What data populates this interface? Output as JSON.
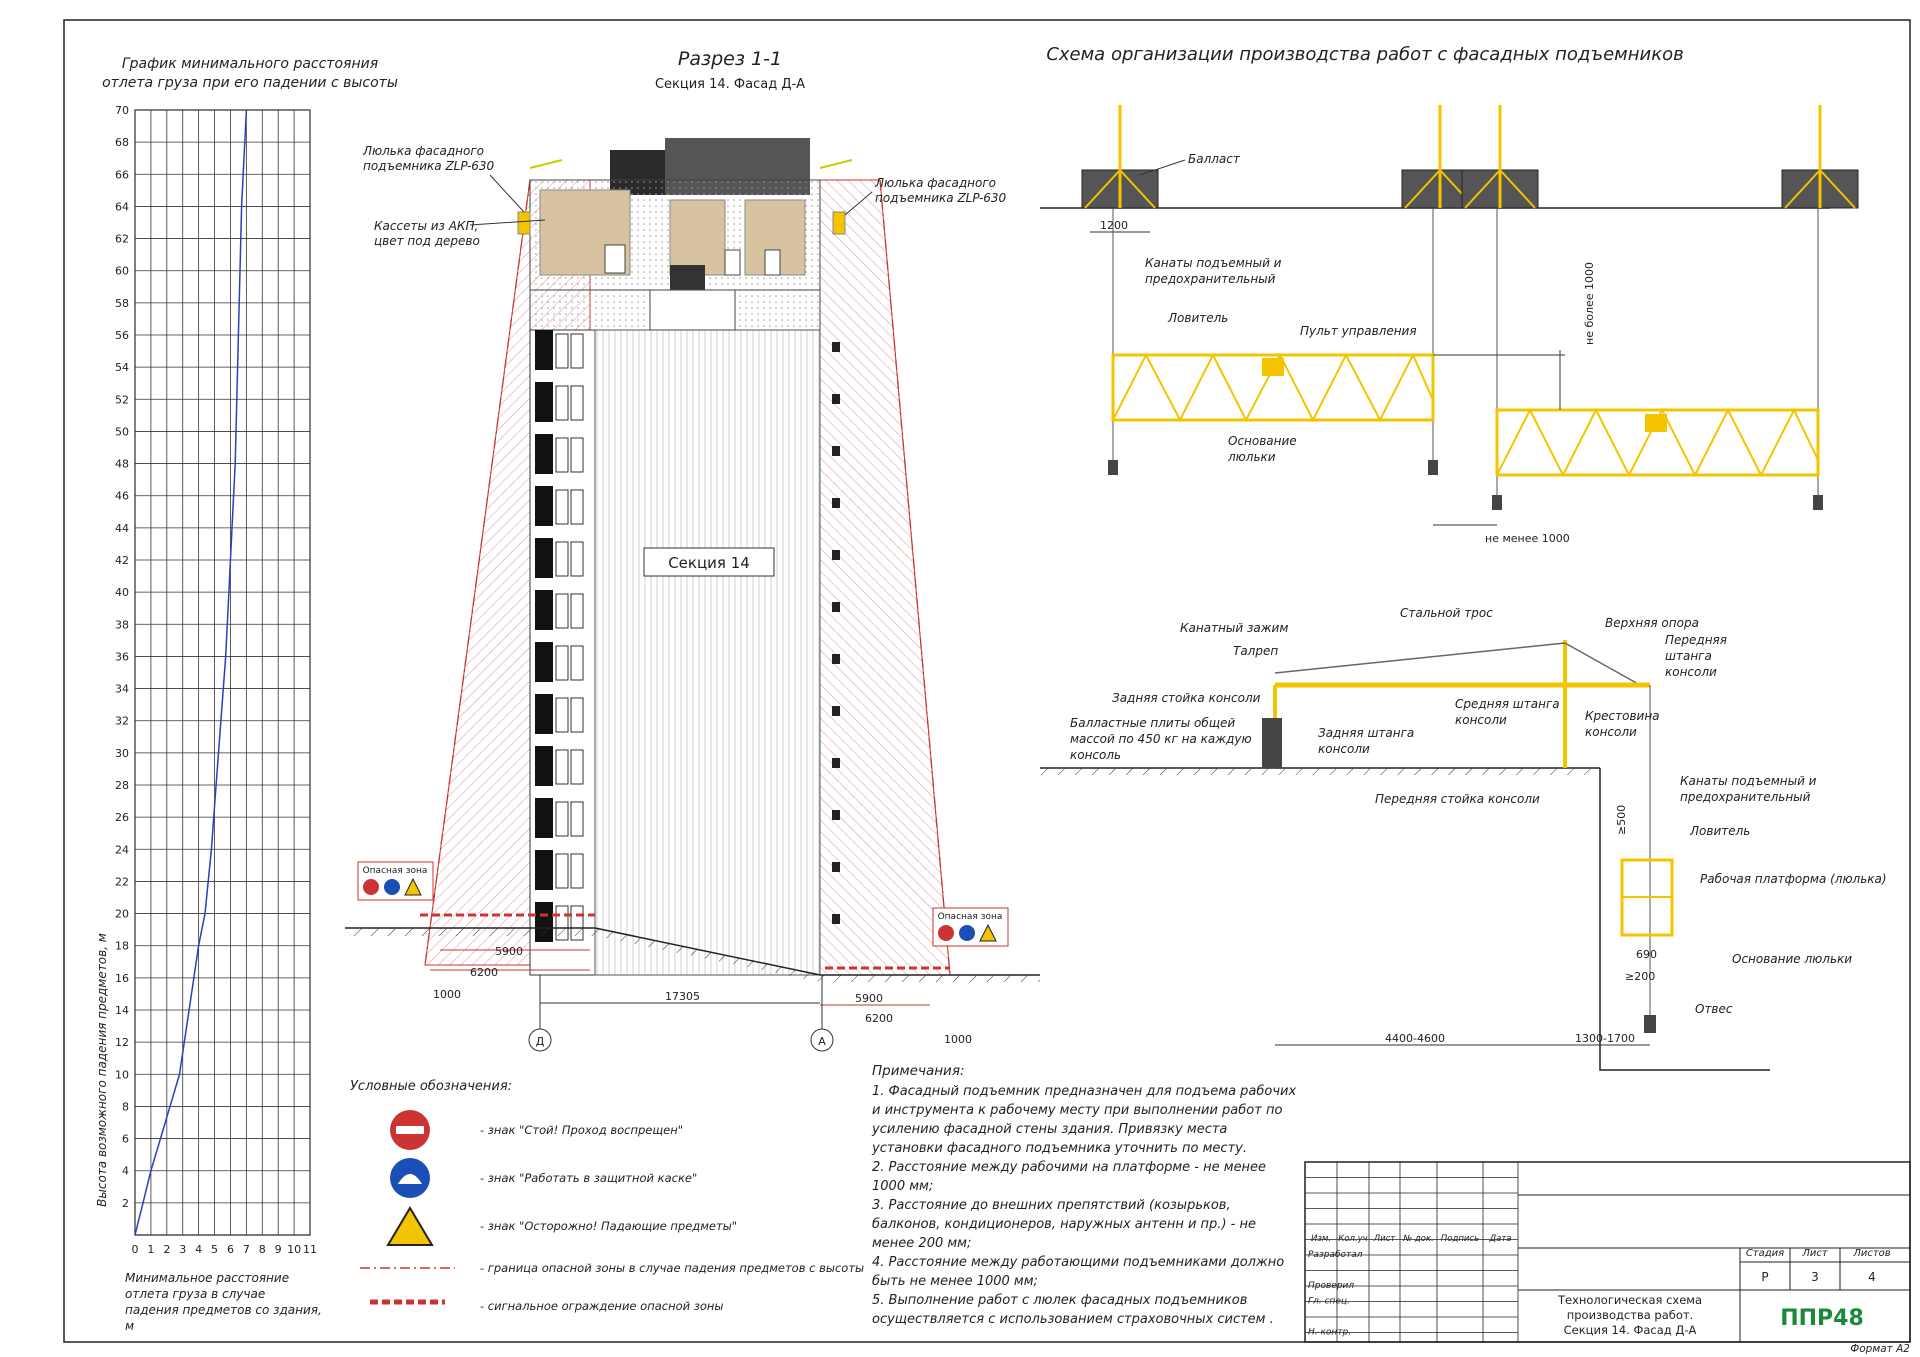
{
  "chart_data": {
    "type": "line",
    "title": "График минимального расстояния отлета груза при его падении с высоты",
    "title_lines": [
      "График минимального расстояния",
      "отлета груза при его падении с высоты"
    ],
    "xlabel": "Минимальное расстояние отлета груза в случае падения предметов со здания, м",
    "xlabel_lines": [
      "Минимальное расстояние",
      "отлета груза в случае",
      "падения предметов со здания,",
      "м"
    ],
    "ylabel": "Высота возможного падения предметов, м",
    "xlim": [
      0,
      11
    ],
    "ylim": [
      0,
      70
    ],
    "xticks": [
      0,
      1,
      2,
      3,
      4,
      5,
      6,
      7,
      8,
      9,
      10,
      11
    ],
    "yticks": [
      2,
      4,
      6,
      8,
      10,
      12,
      14,
      16,
      18,
      20,
      22,
      24,
      26,
      28,
      30,
      32,
      34,
      36,
      38,
      40,
      42,
      44,
      46,
      48,
      50,
      52,
      54,
      56,
      58,
      60,
      62,
      64,
      66,
      68,
      70
    ],
    "grid": true,
    "series": [
      {
        "x": [
          0,
          0.5,
          1,
          1.6,
          2.2,
          2.8,
          3.4,
          4.0,
          4.4,
          4.8,
          5.1,
          5.4,
          5.7,
          5.9,
          6.1,
          6.3,
          6.5,
          6.7,
          7.0
        ],
        "y": [
          0,
          2,
          4,
          6,
          8,
          10,
          14,
          18,
          20,
          24,
          28,
          32,
          36,
          40,
          44,
          48,
          56,
          64,
          70
        ]
      }
    ]
  },
  "section": {
    "title": "Разрез 1-1",
    "subtitle": "Секция 14. Фасад Д-А",
    "label": "Секция 14",
    "cradle_left": [
      "Люлька фасадного",
      "подъемника ZLP-630"
    ],
    "cradle_right": [
      "Люлька фасадного",
      "подъемника ZLP-630"
    ],
    "cassettes": [
      "Кассеты из АКП,",
      "цвет под дерево"
    ],
    "danger_sign": "Опасная зона",
    "dims": {
      "w5900": "5900",
      "w6200": "6200",
      "w1000": "1000",
      "w17305": "17305"
    },
    "axis_d": "Д",
    "axis_a": "А"
  },
  "scheme": {
    "title": "Схема организации производства работ с фасадных подъемников",
    "ballast": "Балласт",
    "dim1200": "1200",
    "ropes": [
      "Канаты подъемный и",
      "предохранительный"
    ],
    "catcher": "Ловитель",
    "control": "Пульт управления",
    "base": [
      "Основание",
      "люльки"
    ],
    "max1000": "не более 1000",
    "min1000": "не менее 1000"
  },
  "console": {
    "clamp": "Канатный зажим",
    "cable": "Стальной трос",
    "turnbuckle": "Талреп",
    "top_support": "Верхняя опора",
    "front_rod": [
      "Передняя",
      "штанга",
      "консоли"
    ],
    "rear_post": "Задняя стойка консоли",
    "mid_rod": [
      "Средняя штанга",
      "консоли"
    ],
    "cross": [
      "Крестовина",
      "консоли"
    ],
    "ballast_plates": [
      "Балластные плиты общей",
      "массой по 450 кг на каждую",
      "консоль"
    ],
    "rear_rod": [
      "Задняя штанга",
      "консоли"
    ],
    "front_post": "Передняя стойка консоли",
    "ropes": [
      "Канаты подъемный и",
      "предохранительный"
    ],
    "dim500": "≥500",
    "catcher": "Ловитель",
    "platform": "Рабочая платформа (люлька)",
    "dim690": "690",
    "base": "Основание люльки",
    "dim200": "≥200",
    "plumb": "Отвес",
    "dim4400": "4400-4600",
    "dim1300": "1300-1700"
  },
  "legend": {
    "title": "Условные обозначения:",
    "items": [
      "- знак \"Стой! Проход воспрещен\"",
      "- знак \"Работать в защитной каске\"",
      "- знак \"Осторожно! Падающие предметы\"",
      "- граница опасной зоны в случае падения предметов с высоты",
      "- сигнальное ограждение опасной зоны"
    ]
  },
  "notes": {
    "title": "Примечания:",
    "lines": [
      "1. Фасадный подъемник предназначен для подъема рабочих",
      "и инструмента к рабочему месту при выполнении работ по",
      "усилению фасадной стены здания. Привязку места",
      "установки фасадного подъемника уточнить по месту.",
      "2. Расстояние между рабочими на платформе - не менее",
      "1000 мм;",
      "3. Расстояние до внешних препятствий (козырьков,",
      "балконов, кондиционеров, наружных антенн и пр.) - не",
      "менее 200 мм;",
      "4. Расстояние между работающими подъемниками должно",
      "быть не менее 1000 мм;",
      "5. Выполнение работ с люлек фасадных подъемников",
      "осуществляется с использованием страховочных систем ."
    ]
  },
  "stamp": {
    "headers": [
      "Изм.",
      "Кол.уч",
      "Лист",
      "№ док.",
      "Подпись",
      "Дата"
    ],
    "rows": [
      "Разработал",
      "",
      "Проверил",
      "Гл. спец.",
      "",
      "Н. контр."
    ],
    "stage_h": "Стадия",
    "sheet_h": "Лист",
    "sheets_h": "Листов",
    "stage": "Р",
    "sheet": "3",
    "sheets": "4",
    "doc_title": [
      "Технологическая схема",
      "производства работ.",
      "Секция 14. Фасад Д-А"
    ],
    "logo": "ППР48",
    "format": "Формат А2"
  },
  "colors": {
    "lift": "#f5c400",
    "danger": "#cc1a1a",
    "logo": "#1a8a3a",
    "wood": "#d8c3a0",
    "grid": "#333333"
  }
}
